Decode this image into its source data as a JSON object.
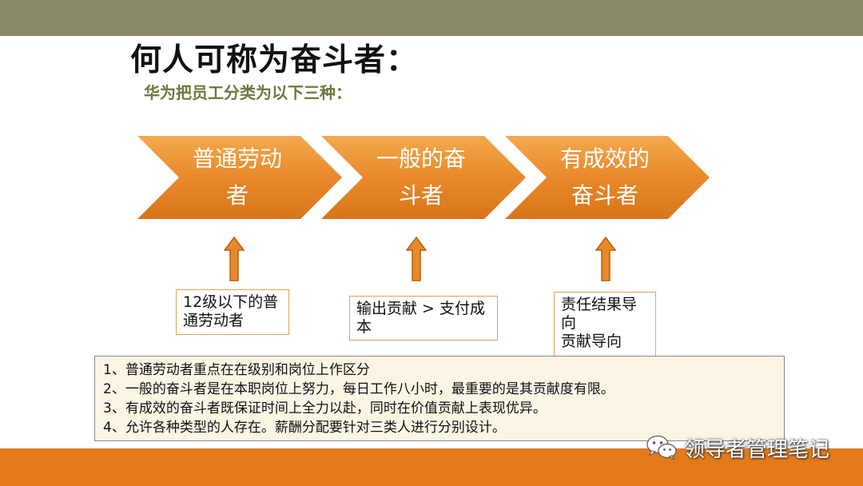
{
  "title": "何人可称为奋斗者：",
  "subtitle": "华为把员工分类为以下三种：",
  "stages": [
    {
      "line1": "普通劳动",
      "line2": "者",
      "desc": "12级以下的普通劳动者"
    },
    {
      "line1": "一般的奋",
      "line2": "斗者",
      "desc": "输出贡献 > 支付成本"
    },
    {
      "line1": "有成效的",
      "line2": "奋斗者",
      "desc": "责任结果导向\n贡献导向"
    }
  ],
  "box1": {
    "l1": "12级以下的普",
    "l2": "通劳动者"
  },
  "box2": {
    "l1": "输出贡献 > 支付成",
    "l2": "本"
  },
  "box3": {
    "l1": "责任结果导",
    "l2": "向",
    "l3": "贡献导向"
  },
  "notes": [
    "1、普通劳动者重点在在级别和岗位上作区分",
    "2、一般的奋斗者是在本职岗位上努力，每日工作八小时，最重要的是其贡献度有限。",
    "3、有成效的奋斗者既保证时间上全力以赴，同时在价值贡献上表现优异。",
    "4、允许各种类型的人存在。薪酬分配要针对三类人进行分别设计。"
  ],
  "watermark": "领导者管理笔记",
  "colors": {
    "accent": "#e8892a",
    "top_bar": "#8a8a6a",
    "bottom_bar": "#e57a1a",
    "subtitle": "#6b7a3e"
  },
  "icons": {
    "arrows": "up-arrow-icon",
    "watermark": "wechat-icon"
  }
}
